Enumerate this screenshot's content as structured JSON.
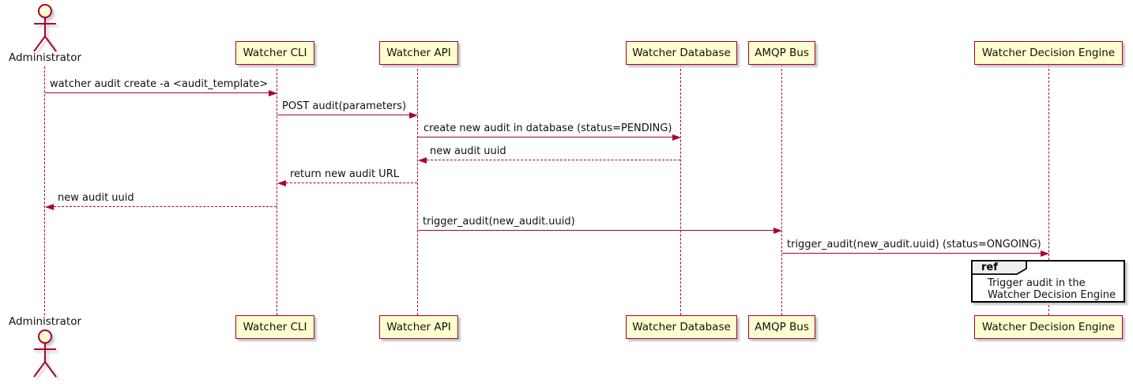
{
  "diagram": {
    "type": "uml-sequence",
    "colors": {
      "participant_fill": "#FEFECE",
      "accent_border": "#A80036",
      "frame_border": "#000000",
      "ref_header_fill": "#EEEEEE",
      "shadow": "#C8C8C8"
    },
    "actor": {
      "label": "Administrator"
    },
    "participants": [
      {
        "label": "Watcher CLI"
      },
      {
        "label": "Watcher API"
      },
      {
        "label": "Watcher Database"
      },
      {
        "label": "AMQP Bus"
      },
      {
        "label": "Watcher Decision Engine"
      }
    ],
    "messages": [
      {
        "label": "watcher audit create -a <audit_template>",
        "from": "Administrator",
        "to": "Watcher CLI",
        "style": "solid"
      },
      {
        "label": "POST audit(parameters)",
        "from": "Watcher CLI",
        "to": "Watcher API",
        "style": "solid"
      },
      {
        "label": "create new audit in database (status=PENDING)",
        "from": "Watcher API",
        "to": "Watcher Database",
        "style": "solid"
      },
      {
        "label": "new audit uuid",
        "from": "Watcher Database",
        "to": "Watcher API",
        "style": "dashed"
      },
      {
        "label": "return new audit URL",
        "from": "Watcher API",
        "to": "Watcher CLI",
        "style": "dashed"
      },
      {
        "label": "new audit uuid",
        "from": "Watcher CLI",
        "to": "Administrator",
        "style": "dashed"
      },
      {
        "label": "trigger_audit(new_audit.uuid)",
        "from": "Watcher API",
        "to": "AMQP Bus",
        "style": "solid"
      },
      {
        "label": "trigger_audit(new_audit.uuid) (status=ONGOING)",
        "from": "AMQP Bus",
        "to": "Watcher Decision Engine",
        "style": "solid"
      }
    ],
    "ref": {
      "keyword": "ref",
      "lines": [
        "Trigger audit in the",
        "Watcher Decision Engine"
      ]
    }
  }
}
